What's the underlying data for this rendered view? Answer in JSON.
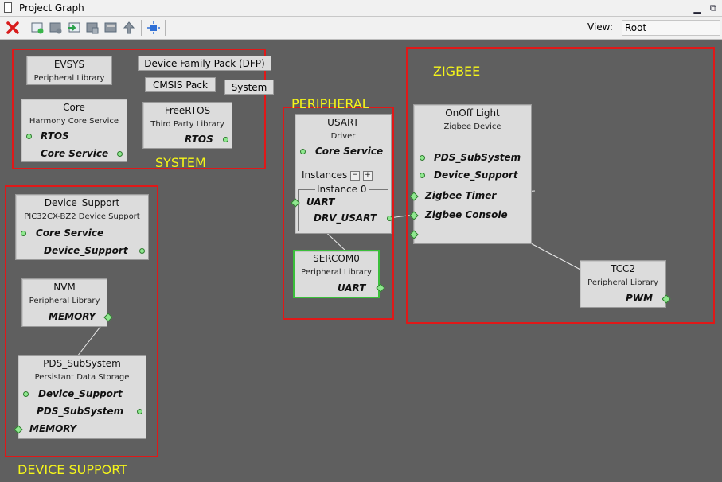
{
  "window": {
    "title": "Project Graph",
    "minimize_label": "▁",
    "restore_label": "⧉"
  },
  "toolbar": {
    "buttons": [
      {
        "name": "delete-icon"
      },
      {
        "name": "add-component-icon"
      },
      {
        "name": "add-group-icon"
      },
      {
        "name": "move-into-icon"
      },
      {
        "name": "ungroup-icon"
      },
      {
        "name": "collapse-icon"
      },
      {
        "name": "move-up-icon"
      },
      {
        "name": "fit-view-icon"
      }
    ],
    "view_label": "View:",
    "view_value": "Root"
  },
  "groups": {
    "system": "SYSTEM",
    "peripheral": "PERIPHERAL",
    "zigbee": "ZIGBEE",
    "device_support": "DEVICE SUPPORT"
  },
  "nodes": {
    "evsys": {
      "title": "EVSYS",
      "sub": "Peripheral Library"
    },
    "dfp": {
      "title": "Device Family Pack (DFP)"
    },
    "cmsis": {
      "title": "CMSIS Pack"
    },
    "system": {
      "title": "System"
    },
    "core": {
      "title": "Core",
      "sub": "Harmony Core Service",
      "p1": "RTOS",
      "p2": "Core Service"
    },
    "freertos": {
      "title": "FreeRTOS",
      "sub": "Third Party Library",
      "p1": "RTOS"
    },
    "usart": {
      "title": "USART",
      "sub": "Driver",
      "p1": "Core Service",
      "instances": "Instances",
      "instance0": "Instance 0",
      "p2": "UART",
      "p3": "DRV_USART"
    },
    "sercom0": {
      "title": "SERCOM0",
      "sub": "Peripheral Library",
      "p1": "UART"
    },
    "onoff": {
      "title": "OnOff Light",
      "sub": "Zigbee Device",
      "p1": "PDS_SubSystem",
      "p2": "Device_Support",
      "p3": "Zigbee Timer",
      "p4": "Zigbee Console"
    },
    "tcc2": {
      "title": "TCC2",
      "sub": "Peripheral Library",
      "p1": "PWM"
    },
    "devsup": {
      "title": "Device_Support",
      "sub": "PIC32CX-BZ2 Device Support",
      "p1": "Core Service",
      "p2": "Device_Support"
    },
    "nvm": {
      "title": "NVM",
      "sub": "Peripheral Library",
      "p1": "MEMORY"
    },
    "pds": {
      "title": "PDS_SubSystem",
      "sub": "Persistant Data Storage",
      "p1": "Device_Support",
      "p2": "PDS_SubSystem",
      "p3": "MEMORY"
    }
  }
}
